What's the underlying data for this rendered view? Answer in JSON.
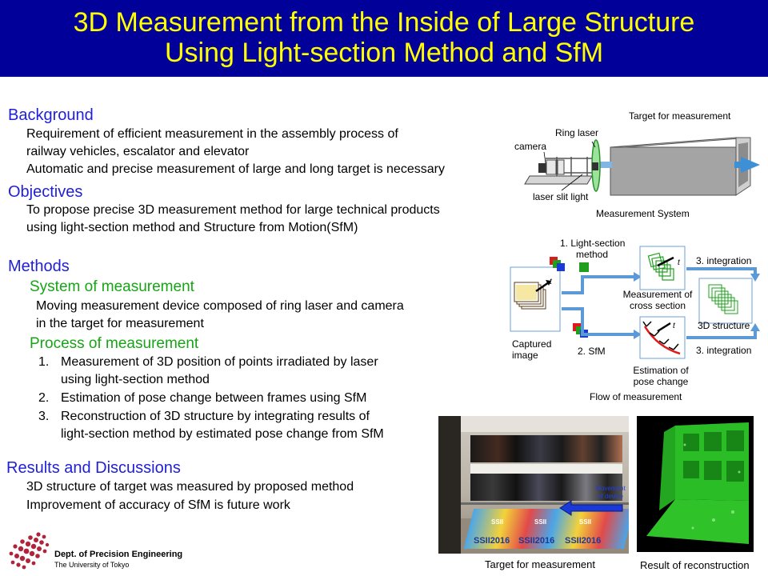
{
  "title": {
    "line1": "3D Measurement from the Inside of Large Structure",
    "line2": "Using Light-section Method and SfM"
  },
  "background": {
    "heading": "Background",
    "lines": [
      "Requirement of efficient measurement in the assembly process of",
      "railway vehicles, escalator and elevator",
      "Automatic and precise measurement of large and long target is necessary"
    ]
  },
  "objectives": {
    "heading": "Objectives",
    "lines": [
      "To propose precise 3D measurement method for large technical products",
      "using light-section method and Structure from Motion(SfM)"
    ]
  },
  "methods": {
    "heading": "Methods",
    "system": {
      "heading": "System of measurement",
      "lines": [
        "Moving measurement device composed of ring laser and camera",
        "in the target for measurement"
      ]
    },
    "process": {
      "heading": "Process of measurement",
      "items": [
        {
          "num": "1.",
          "line1": "Measurement of 3D position of points irradiated by laser",
          "line2": "using light-section method"
        },
        {
          "num": "2.",
          "line1": "Estimation of pose change between frames using SfM",
          "line2": ""
        },
        {
          "num": "3.",
          "line1": "Reconstruction of 3D structure by integrating results of",
          "line2": "light-section method by estimated pose change from SfM"
        }
      ]
    }
  },
  "results": {
    "heading": "Results and Discussions",
    "lines": [
      "3D structure of target was measured by proposed method",
      "Improvement of accuracy of SfM is future work"
    ]
  },
  "logo": {
    "line1": "Dept. of Precision Engineering",
    "line2": "The University of Tokyo"
  },
  "system_figure": {
    "target_label": "Target for measurement",
    "ring_laser_label": "Ring laser",
    "camera_label": "camera",
    "slit_label": "laser slit light",
    "caption": "Measurement System",
    "colors": {
      "box": "#9a9a9a",
      "ring": "#6fd06f",
      "arrow": "#3d8fd6"
    }
  },
  "flow_figure": {
    "step1_line1": "1. Light-section",
    "step1_line2": "method",
    "integration_top": "3. integration",
    "integration_bottom": "3. integration",
    "sfm": "2. SfM",
    "cross_line1": "Measurement of",
    "cross_line2": "cross section",
    "captured_line1": "Captured",
    "captured_line2": "image",
    "structure": "3D structure",
    "pose_line1": "Estimation of",
    "pose_line2": "pose change",
    "caption": "Flow of measurement",
    "t_label": "t"
  },
  "photo": {
    "movement_line1": "Movement",
    "movement_line2": "of device",
    "caption": "Target for measurement",
    "banner_texts": [
      "SSII",
      "SSII",
      "SSII"
    ],
    "banner_year_texts": [
      "SSII2016",
      "SSII2016",
      "SSII2016"
    ]
  },
  "reconstruction": {
    "caption": "Result of reconstruction",
    "colors": {
      "points": "#33e02a"
    }
  }
}
